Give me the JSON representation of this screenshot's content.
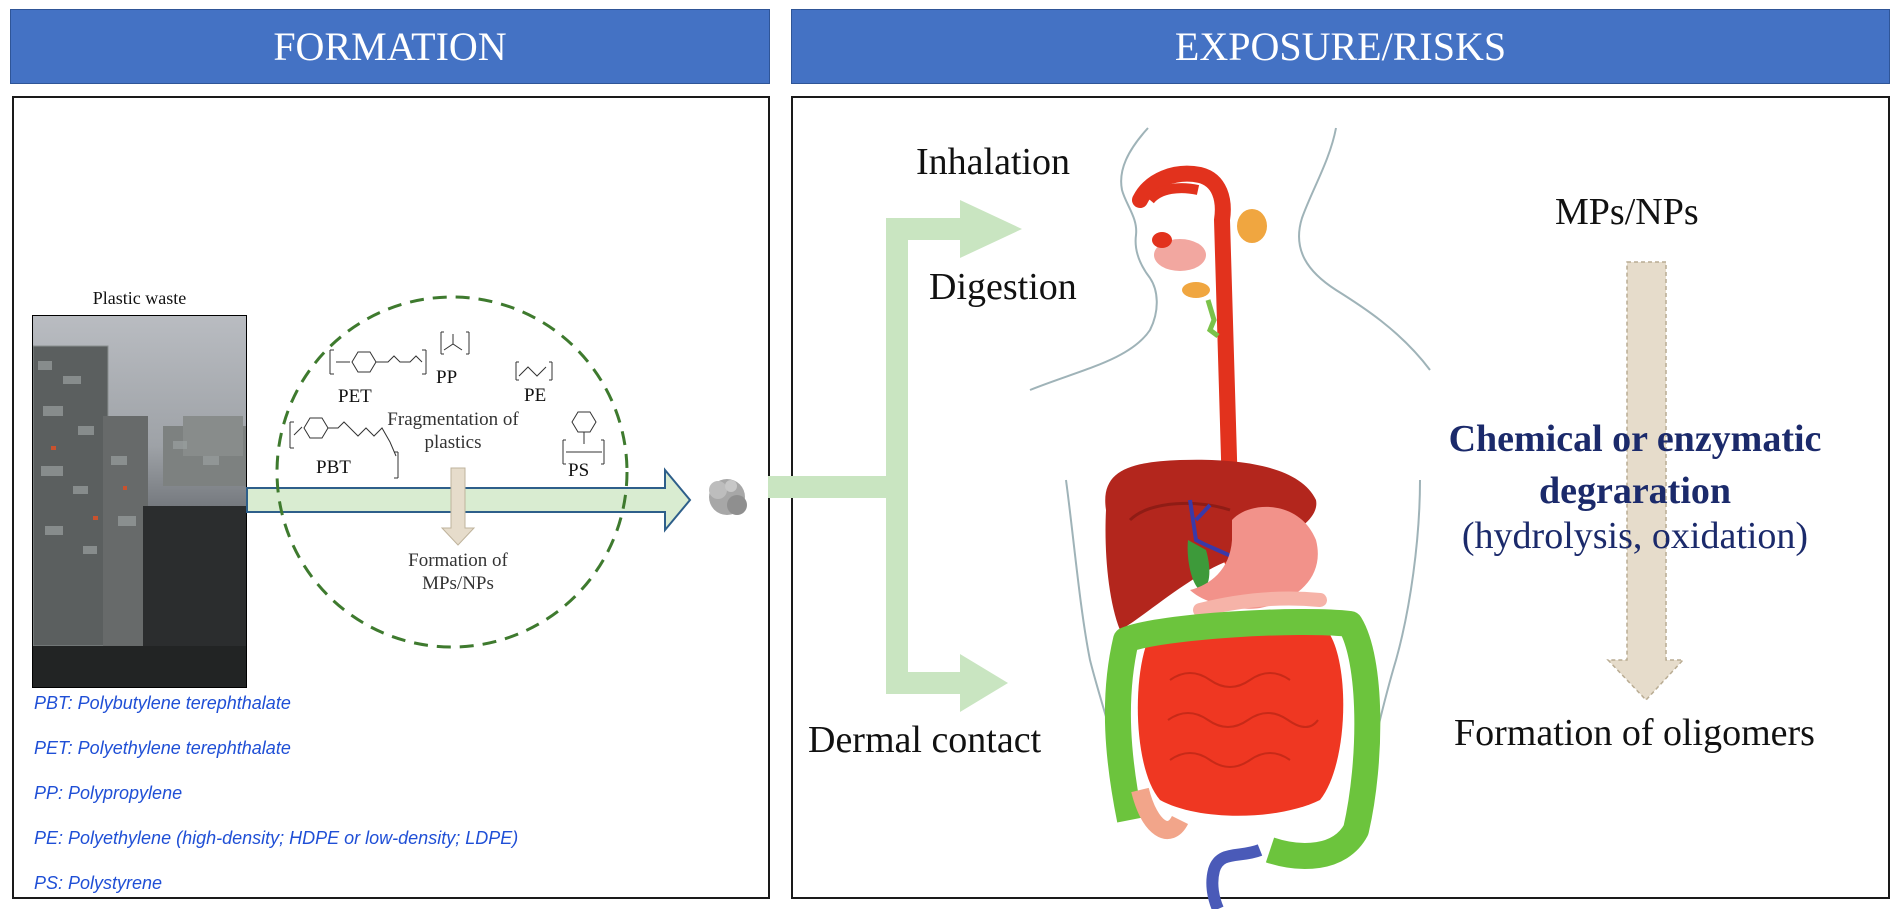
{
  "formation": {
    "title": "FORMATION",
    "photo_caption": "Plastic waste",
    "polymers": {
      "pet": "PET",
      "pp": "PP",
      "pe": "PE",
      "pbt": "PBT",
      "ps": "PS"
    },
    "fragmentation_label": "Fragmentation of plastics",
    "formation_label": "Formation of MPs/NPs",
    "legend": [
      "PBT: Polybutylene terephthalate",
      "PET: Polyethylene terephthalate",
      "PP: Polypropylene",
      "PE: Polyethylene (high-density; HDPE or low-density; LDPE)",
      "PS: Polystyrene"
    ]
  },
  "exposure": {
    "title": "EXPOSURE/RISKS",
    "routes": [
      "Inhalation",
      "Digestion",
      "Dermal contact"
    ],
    "particles_label": "MPs/NPs",
    "degradation_title": "Chemical or enzymatic degraration",
    "degradation_detail": "(hydrolysis, oxidation)",
    "result_label": "Formation of oligomers"
  },
  "colors": {
    "banner": "#4472c4",
    "legend_text": "#1f4fd6",
    "green_arrow": "#c9e5c1",
    "dashed_circle": "#3e7a2e",
    "degradation_text": "#1b2a6b"
  }
}
